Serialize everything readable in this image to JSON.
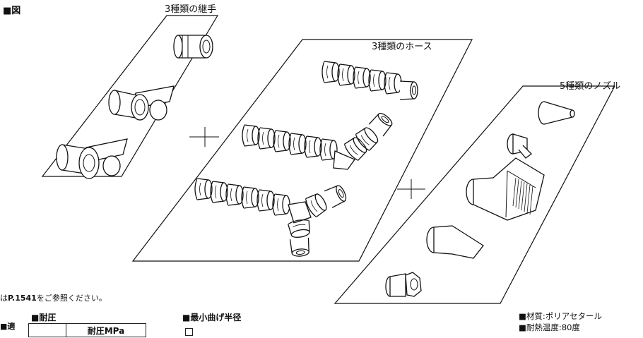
{
  "diagram": {
    "fig_tag": "図",
    "panels": [
      {
        "label": "3種類の継手"
      },
      {
        "label": "3種類のホース"
      },
      {
        "label": "5種類のノズル"
      }
    ]
  },
  "footer": {
    "reference_note_bold": "は",
    "reference_page": "P.1541",
    "reference_note_rest": "をご参照ください。",
    "table_partial_header": "適",
    "pressure_heading": "耐圧",
    "pressure_col_header": "耐圧MPa",
    "bend_radius_heading": "最小曲げ半径",
    "material": "材質:ポリアセタール",
    "heat_resistance": "耐熱温度:80度"
  }
}
